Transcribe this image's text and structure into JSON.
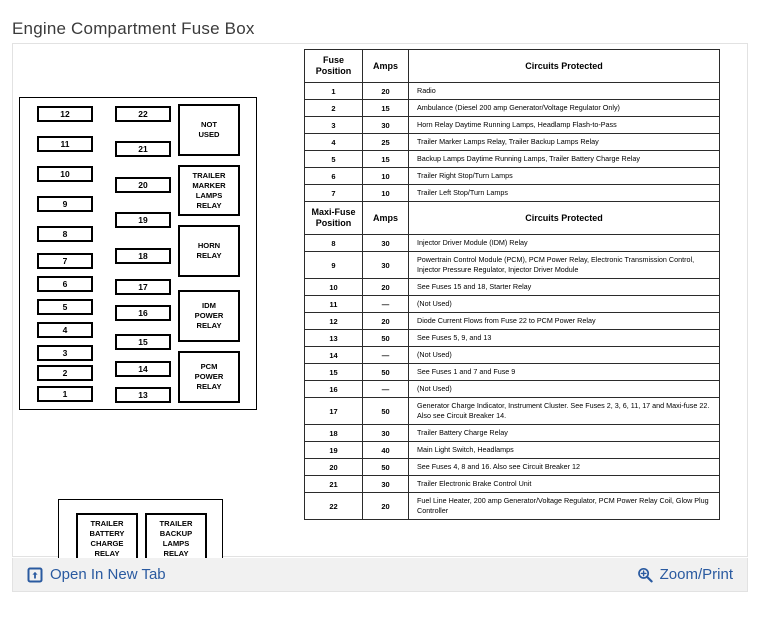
{
  "page_title": "Engine Compartment Fuse Box",
  "colors": {
    "link": "#2a5aa0",
    "title": "#3b3b3b",
    "footer_bg": "#f1f1f1",
    "frame_border": "#e2e2e2",
    "diagram_line": "#000000"
  },
  "diagram": {
    "column_a_fuses": [
      "12",
      "11",
      "10",
      "9",
      "8",
      "7",
      "6",
      "5",
      "4",
      "3",
      "2",
      "1"
    ],
    "column_b_fuses": [
      "22",
      "21",
      "20",
      "19",
      "18",
      "17",
      "16",
      "15",
      "14",
      "13"
    ],
    "relays": [
      {
        "lines": [
          "NOT",
          "USED"
        ]
      },
      {
        "lines": [
          "TRAILER",
          "MARKER",
          "LAMPS",
          "RELAY"
        ]
      },
      {
        "lines": [
          "HORN",
          "RELAY"
        ]
      },
      {
        "lines": [
          "IDM",
          "POWER",
          "RELAY"
        ]
      },
      {
        "lines": [
          "PCM",
          "POWER",
          "RELAY"
        ]
      }
    ],
    "bottom_relays": [
      {
        "lines": [
          "TRAILER",
          "BATTERY",
          "CHARGE",
          "RELAY"
        ]
      },
      {
        "lines": [
          "TRAILER",
          "BACKUP",
          "LAMPS",
          "RELAY"
        ]
      }
    ]
  },
  "table": {
    "header": {
      "position": "Fuse Position",
      "amps": "Amps",
      "circuits": "Circuits Protected"
    },
    "maxi_header": {
      "position": "Maxi-Fuse Position",
      "amps": "Amps",
      "circuits": "Circuits Protected"
    },
    "fuse_rows": [
      {
        "pos": "1",
        "amps": "20",
        "desc": "Radio"
      },
      {
        "pos": "2",
        "amps": "15",
        "desc": "Ambulance (Diesel 200 amp Generator/Voltage Regulator Only)"
      },
      {
        "pos": "3",
        "amps": "30",
        "desc": "Horn Relay  Daytime Running Lamps, Headlamp Flash-to-Pass"
      },
      {
        "pos": "4",
        "amps": "25",
        "desc": "Trailer Marker Lamps Relay, Trailer Backup Lamps Relay"
      },
      {
        "pos": "5",
        "amps": "15",
        "desc": "Backup Lamps  Daytime Running Lamps, Trailer Battery Charge Relay"
      },
      {
        "pos": "6",
        "amps": "10",
        "desc": "Trailer Right Stop/Turn Lamps"
      },
      {
        "pos": "7",
        "amps": "10",
        "desc": "Trailer Left Stop/Turn Lamps"
      }
    ],
    "maxi_rows": [
      {
        "pos": "8",
        "amps": "30",
        "desc": "Injector Driver Module  (IDM) Relay"
      },
      {
        "pos": "9",
        "amps": "30",
        "desc": "Powertrain Control Module (PCM), PCM Power Relay, Electronic Transmission Control, Injector Pressure Regulator, Injector  Driver Module"
      },
      {
        "pos": "10",
        "amps": "20",
        "desc": "See Fuses 15 and 18, Starter Relay"
      },
      {
        "pos": "11",
        "amps": "—",
        "desc": "(Not Used)"
      },
      {
        "pos": "12",
        "amps": "20",
        "desc": "Diode Current Flows from Fuse 22 to PCM Power Relay"
      },
      {
        "pos": "13",
        "amps": "50",
        "desc": "See Fuses 5, 9, and 13"
      },
      {
        "pos": "14",
        "amps": "—",
        "desc": "(Not  Used)"
      },
      {
        "pos": "15",
        "amps": "50",
        "desc": "See Fuses 1 and 7 and Fuse 9"
      },
      {
        "pos": "16",
        "amps": "—",
        "desc": "(Not Used)"
      },
      {
        "pos": "17",
        "amps": "50",
        "desc": "Generator Charge Indicator, Instrument Cluster.   See Fuses 2, 3, 6, 11, 17 and Maxi-fuse 22.  Also see Circuit Breaker 14."
      },
      {
        "pos": "18",
        "amps": "30",
        "desc": "Trailer Battery Charge Relay"
      },
      {
        "pos": "19",
        "amps": "40",
        "desc": "Main Light Switch, Headlamps"
      },
      {
        "pos": "20",
        "amps": "50",
        "desc": "See Fuses 4, 8 and 16. Also see Circuit Breaker 12"
      },
      {
        "pos": "21",
        "amps": "30",
        "desc": "Trailer Electronic Brake Control Unit"
      },
      {
        "pos": "22",
        "amps": "20",
        "desc": "Fuel Line Heater, 200 amp Generator/Voltage Regulator, PCM Power Relay Coil, Glow Plug Controller"
      }
    ]
  },
  "footer": {
    "open_new_tab": "Open In New Tab",
    "zoom_print": "Zoom/Print"
  }
}
